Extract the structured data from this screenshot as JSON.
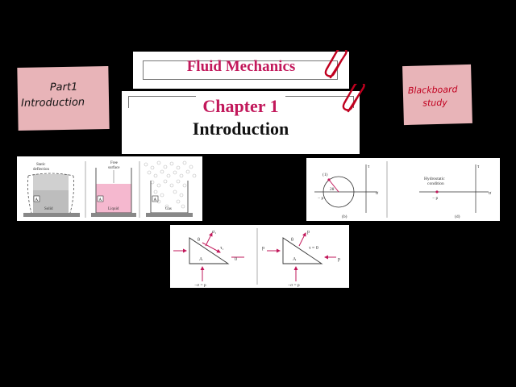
{
  "notes": {
    "left": {
      "line1": "Part1",
      "line2": "Introduction"
    },
    "right": {
      "line1": "Blackboard",
      "line2": "study"
    }
  },
  "title_card": {
    "title": "Fluid Mechanics"
  },
  "chapter_card": {
    "chapter": "Chapter 1",
    "subtitle": "Introduction"
  },
  "figure_states": {
    "labels": {
      "static_deflection_1": "Static",
      "static_deflection_2": "deflection",
      "free_surface_1": "Free",
      "free_surface_2": "surface",
      "block": "A",
      "solid": "Solid",
      "liquid": "Liquid",
      "gas": "Gas"
    }
  },
  "figure_mohr": {
    "labels": {
      "tau_left": "τ",
      "sigma_left": "σ",
      "circle_id": "(1)",
      "two_theta": "2θ",
      "minus_p_left": "− p",
      "caption_b": "(b)",
      "tau_right": "τ",
      "sigma_right": "σ",
      "hydro_1": "Hydrostatic",
      "hydro_2": "condition",
      "minus_p_right": "− p",
      "caption_d": "(d)"
    }
  },
  "figure_wedge": {
    "labels": {
      "theta_left": "θ",
      "sigma1": "σ₁",
      "tau1": "τ₁",
      "zero": "0",
      "block_left": "A",
      "minus_sigma_left": "−σ = p",
      "p_left": "p",
      "theta_right": "θ",
      "p_top": "p",
      "tau_zero": "τ = 0",
      "p_right": "p",
      "block_right": "A",
      "minus_sigma_right": "−σ = p"
    }
  },
  "colors": {
    "accent": "#c2185b",
    "note": "#e8b4b8",
    "clip": "#c0001f"
  }
}
